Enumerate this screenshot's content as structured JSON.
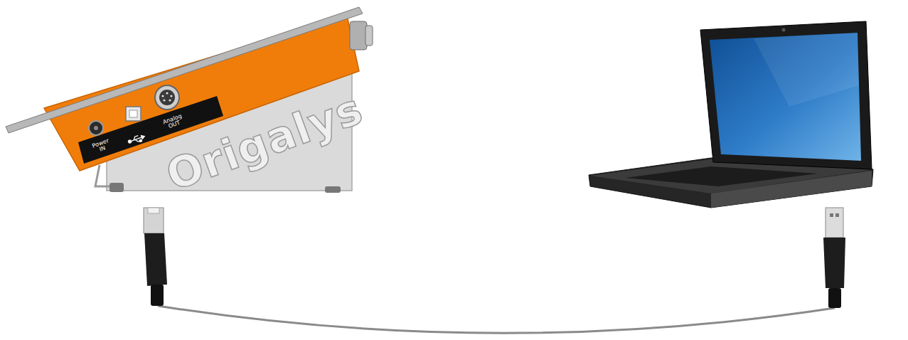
{
  "diagram": {
    "labels": [
      "Power IN",
      "Analog OUT",
      "Origalys"
    ]
  }
}
